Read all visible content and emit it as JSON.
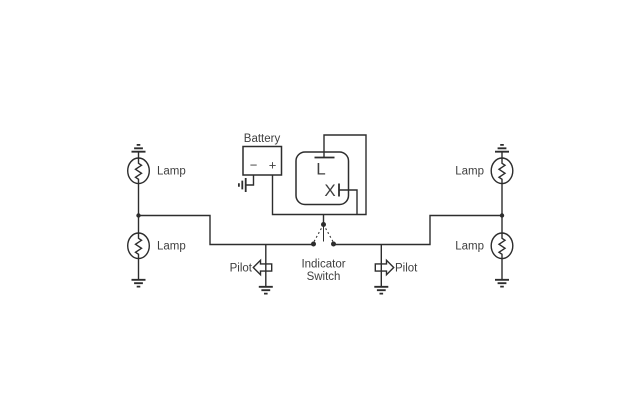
{
  "colors": {
    "background": "#ffffff",
    "stroke": "#2d2d2d",
    "text": "#3f3f3f"
  },
  "battery": {
    "label": "Battery",
    "terminal_negative": "−",
    "terminal_positive": "+"
  },
  "flasher_relay": {
    "terminal_l": "L",
    "terminal_x": "X"
  },
  "indicator_switch": {
    "label_line1": "Indicator",
    "label_line2": "Switch"
  },
  "lamps": {
    "left_top_label": "Lamp",
    "left_bottom_label": "Lamp",
    "right_top_label": "Lamp",
    "right_bottom_label": "Lamp"
  },
  "pilots": {
    "left_label": "Pilot",
    "right_label": "Pilot"
  }
}
